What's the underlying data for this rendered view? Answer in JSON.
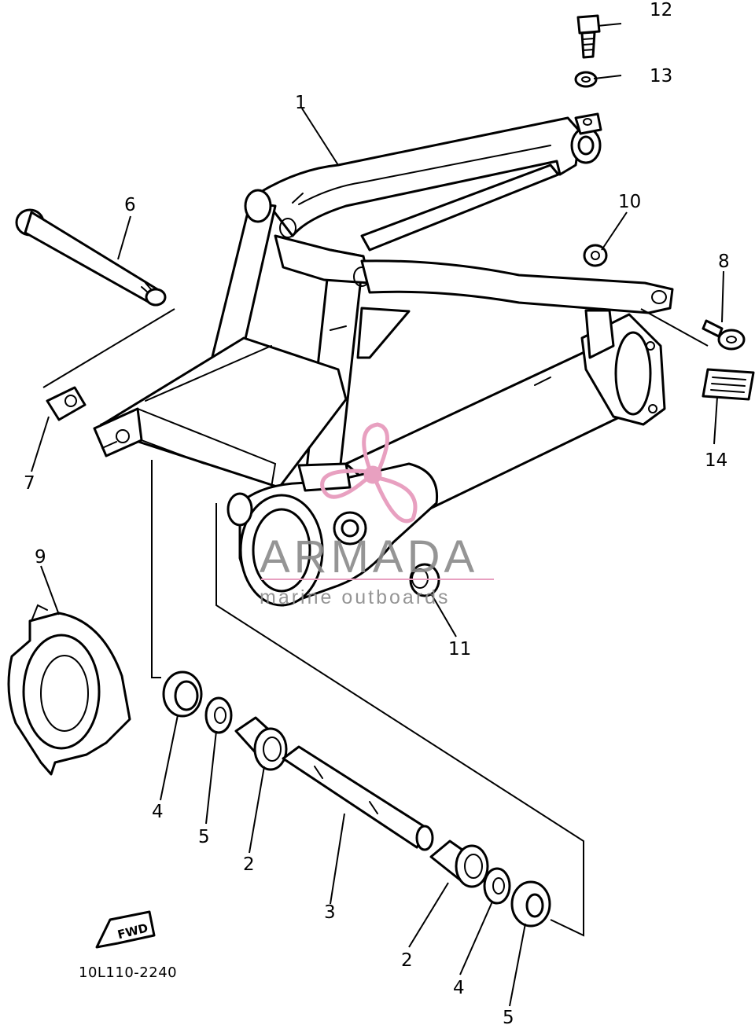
{
  "callouts": [
    {
      "id": "1",
      "text": "1"
    },
    {
      "id": "2a",
      "text": "2"
    },
    {
      "id": "2b",
      "text": "2"
    },
    {
      "id": "3",
      "text": "3"
    },
    {
      "id": "4a",
      "text": "4"
    },
    {
      "id": "4b",
      "text": "4"
    },
    {
      "id": "5a",
      "text": "5"
    },
    {
      "id": "5b",
      "text": "5"
    },
    {
      "id": "6",
      "text": "6"
    },
    {
      "id": "7",
      "text": "7"
    },
    {
      "id": "8",
      "text": "8"
    },
    {
      "id": "9",
      "text": "9"
    },
    {
      "id": "10",
      "text": "10"
    },
    {
      "id": "11",
      "text": "11"
    },
    {
      "id": "12",
      "text": "12"
    },
    {
      "id": "13",
      "text": "13"
    },
    {
      "id": "14",
      "text": "14"
    }
  ],
  "diagram_code": "10L110-2240",
  "fwd_mark": "FWD",
  "watermark": {
    "brand": "ARMADA",
    "tagline": "marine outboards",
    "accent_color": "#e8a0c0",
    "text_color": "#8a8a8a"
  }
}
